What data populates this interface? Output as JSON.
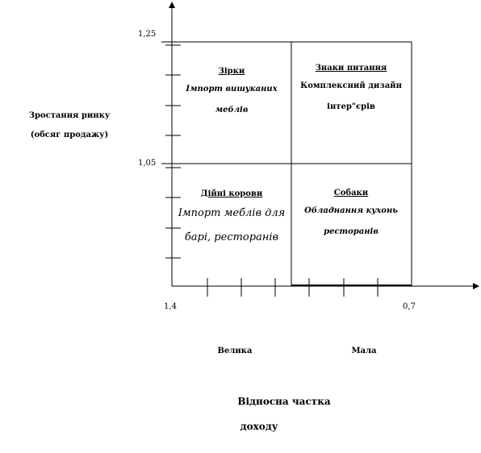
{
  "y_axis": {
    "title_line1": "Зростання ринку",
    "title_line2": "(обсяг продажу)",
    "tick_top": "1,25",
    "tick_mid": "1,05"
  },
  "x_axis": {
    "tick_left": "1,4",
    "tick_right": "0,7",
    "label_left": "Велика",
    "label_right": "Мала",
    "title_line1": "Відносна частка",
    "title_line2": "доходу"
  },
  "quadrants": {
    "stars": {
      "title": "Зірки",
      "line1": "Імпорт вишуканих",
      "line2": "меблів"
    },
    "question_marks": {
      "title": "Знаки питання",
      "line1": "Комплексний дизайн",
      "line2": "інтер\"єрів"
    },
    "cash_cows": {
      "title": "Дійні корови",
      "line1": "Імпорт меблів для",
      "line2": "барі, ресторанів"
    },
    "dogs": {
      "title": "Собаки",
      "line1": "Обладнання кухонь",
      "line2": "ресторанів"
    }
  }
}
